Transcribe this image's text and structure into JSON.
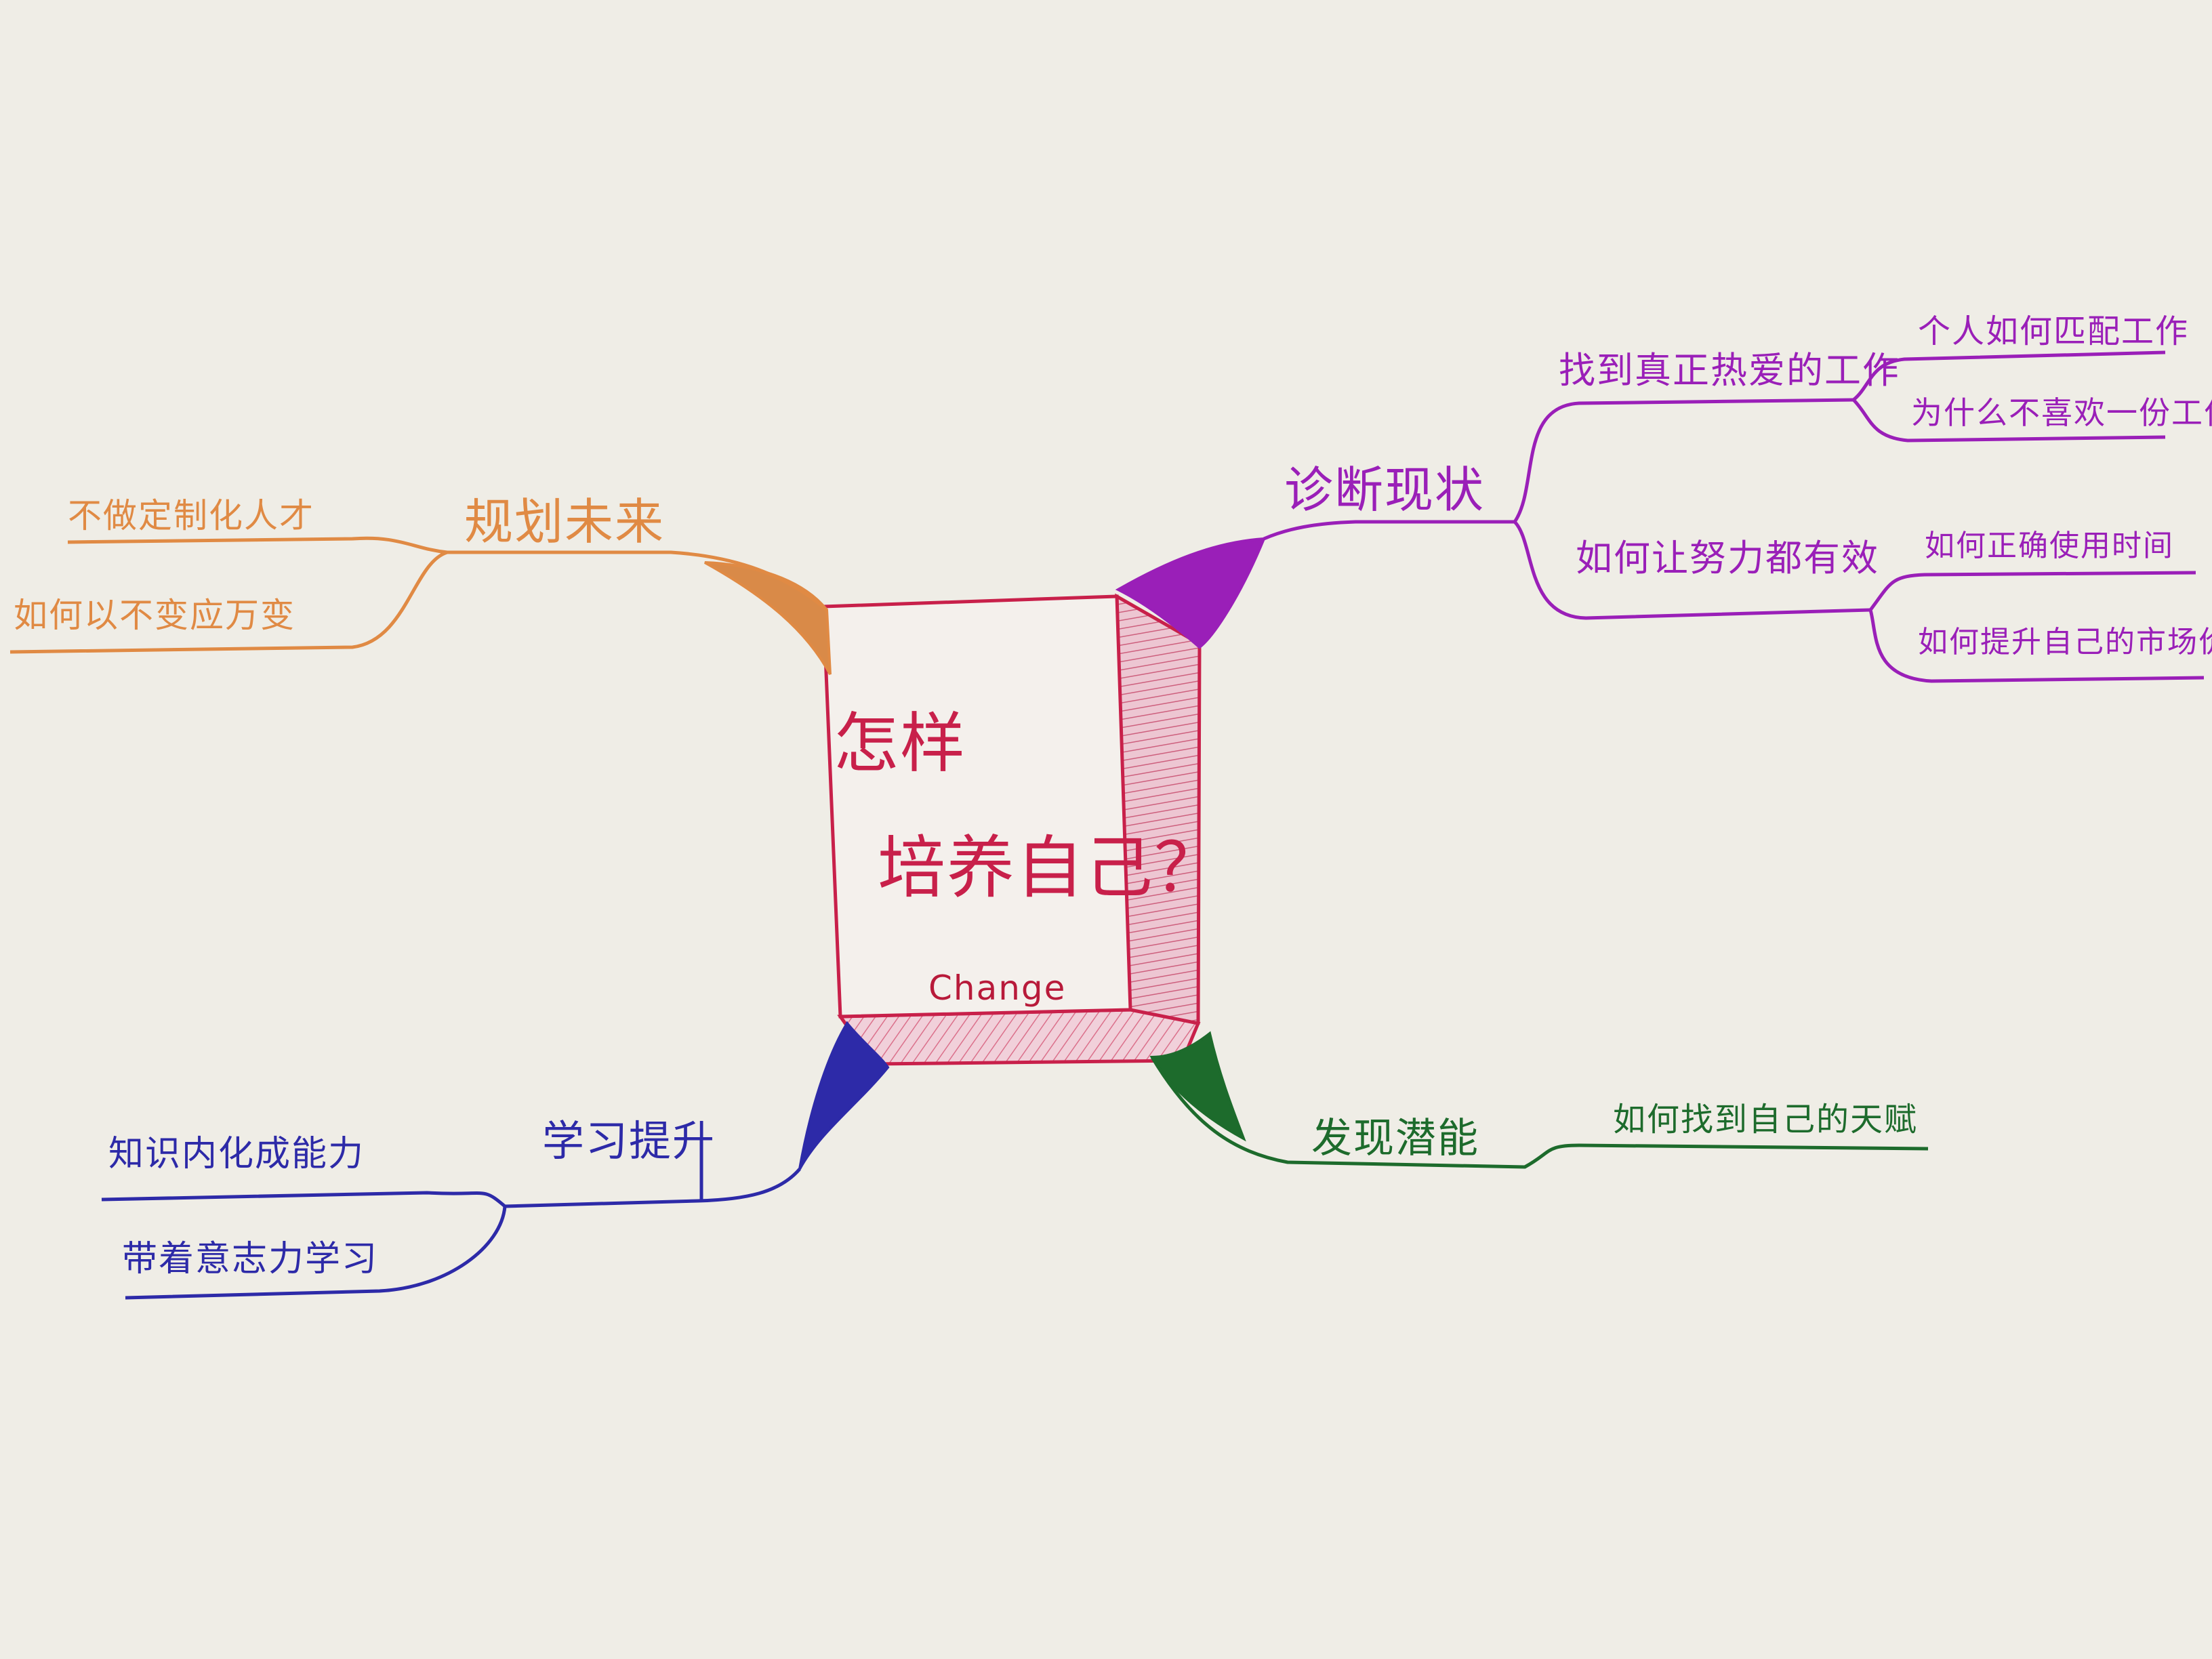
{
  "central": {
    "title_line1": "怎样",
    "title_line2": "培养自己？",
    "subtitle": "Change",
    "ink": "#c8204a"
  },
  "branches": {
    "plan": {
      "label": "规划未来",
      "ink": "#e08a44",
      "items": [
        "不做定制化人才",
        "如何以不变应万变"
      ]
    },
    "diagnose": {
      "label": "诊断现状",
      "ink": "#9a1fb8",
      "sub": [
        {
          "label": "找到真正热爱的工作",
          "items": [
            "个人如何匹配工作",
            "为什么不喜欢一份工作"
          ]
        },
        {
          "label": "如何让努力都有效",
          "items": [
            "如何正确使用时间",
            "如何提升自己的市场价值"
          ]
        }
      ]
    },
    "learn": {
      "label": "学习提升",
      "ink": "#2d2aa8",
      "items": [
        "知识内化成能力",
        "带着意志力学习"
      ]
    },
    "potential": {
      "label": "发现潜能",
      "ink": "#1d6b2c",
      "items": [
        "如何找到自己的天赋"
      ]
    }
  }
}
